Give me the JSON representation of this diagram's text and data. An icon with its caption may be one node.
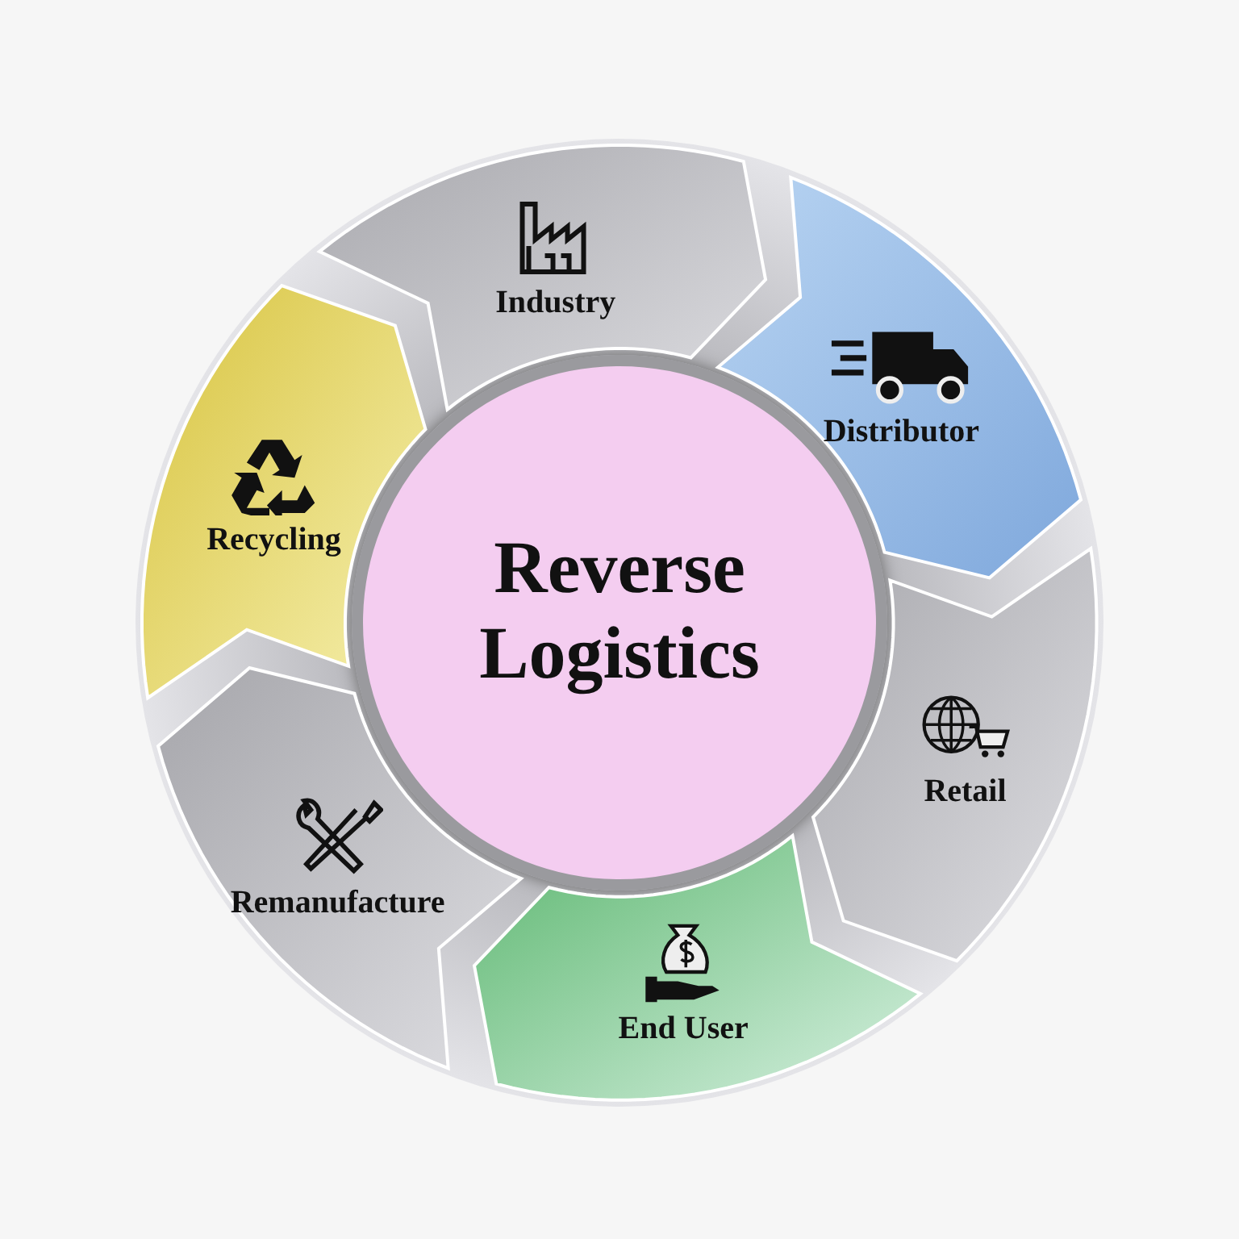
{
  "diagram": {
    "nodes": [
      {
        "text": [
          "Reverse Logistics"
        ]
      },
      {
        "text": [
          "Industry"
        ]
      },
      {
        "text": [
          "Distributor"
        ]
      },
      {
        "text": [
          "Retail"
        ]
      },
      {
        "text": [
          "End User"
        ]
      },
      {
        "text": [
          "Remanufacture"
        ]
      },
      {
        "text": [
          "Recycling"
        ]
      }
    ]
  }
}
